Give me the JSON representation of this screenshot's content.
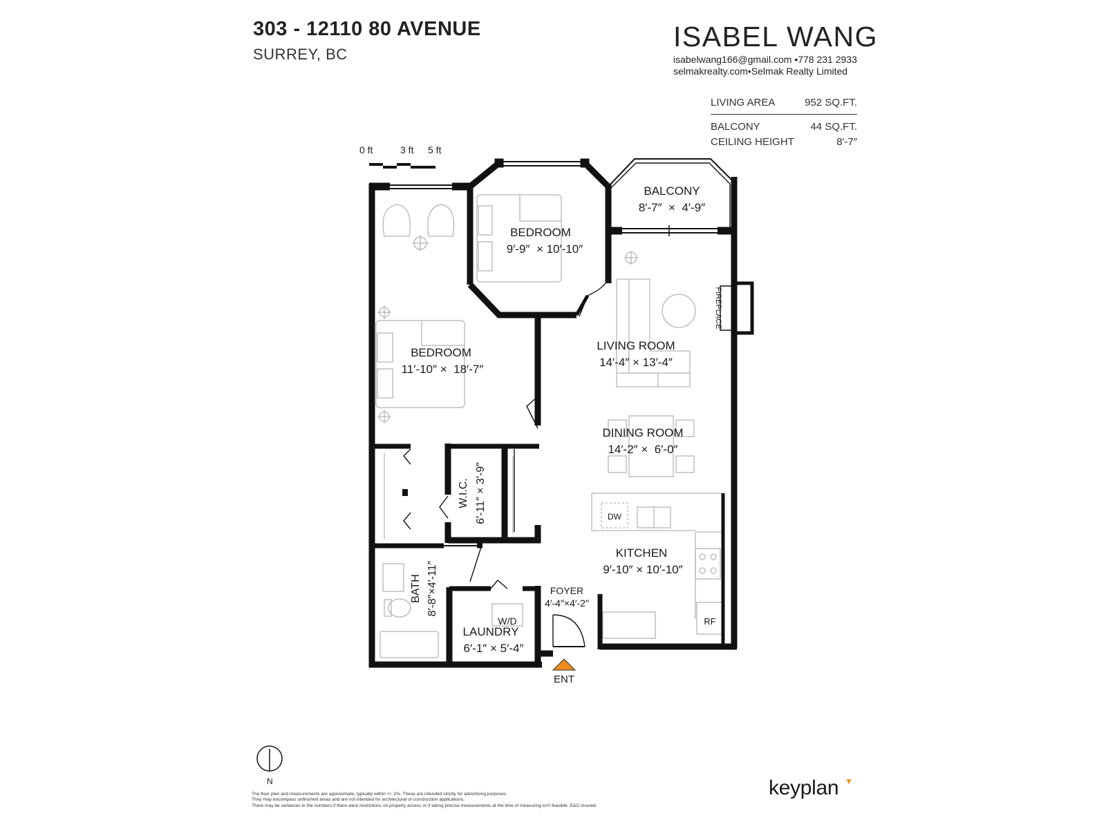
{
  "header": {
    "address_line1": "303 - 12110 80 AVENUE",
    "address_line2": "SURREY, BC"
  },
  "agent": {
    "name": "ISABEL WANG",
    "email": "isabelwang166@gmail.com",
    "phone": "778 231 2933",
    "website": "selmakrealty.com",
    "brokerage": "Selmak Realty Limited",
    "separator": "•"
  },
  "stats": {
    "living_area_label": "LIVING AREA",
    "living_area_value": "952 SQ.FT.",
    "balcony_label": "BALCONY",
    "balcony_value": "44 SQ.FT.",
    "ceiling_label": "CEILING HEIGHT",
    "ceiling_value": "8′-7″"
  },
  "scale": {
    "label_0": "0 ft",
    "label_3": "3 ft",
    "label_5": "5 ft"
  },
  "rooms": {
    "balcony": {
      "name": "BALCONY",
      "dims": "8′-7″  ×  4′-9″"
    },
    "bedroom_top": {
      "name": "BEDROOM",
      "dims": "9′-9″  × 10′-10″"
    },
    "bedroom_main": {
      "name": "BEDROOM",
      "dims": "11′-10″ ×  18′-7″"
    },
    "living": {
      "name": "LIVING ROOM",
      "dims": "14′-4″ × 13′-4″"
    },
    "dining": {
      "name": "DINING ROOM",
      "dims": "14′-2″ ×  6′-0″"
    },
    "kitchen": {
      "name": "KITCHEN",
      "dims": "9′-10″ × 10′-10″"
    },
    "wic": {
      "name": "W.I.C.",
      "dims": "6′-11″ × 3′-9″"
    },
    "bath": {
      "name": "BATH",
      "dims": "8′-8″×4′-11″"
    },
    "laundry": {
      "name": "LAUNDRY",
      "dims": "6′-1″ × 5′-4″"
    },
    "foyer": {
      "name": "FOYER",
      "dims": "4′-4″×4′-2″"
    }
  },
  "fixtures": {
    "fireplace": "FIREPLACE",
    "dishwasher": "DW",
    "fridge": "RF",
    "washer_dryer": "W/D",
    "entry": "ENT",
    "north": "N"
  },
  "colors": {
    "wall": "#111111",
    "furniture": "#b5b5b5",
    "entry_marker": "#f08a1c"
  },
  "footer": {
    "disclaimer_line1": "The floor plan and measurements are approximate, typically within +/- 2%. These are intended strictly for advertising purposes.",
    "disclaimer_line2": "They may encompass unfinished areas and are not intended for architectural or construction applications.",
    "disclaimer_line3": "There may be variances in the numbers if there were restrictions on property access or if taking precise measurements at the time of measuring isn't feasible. E&O insured.",
    "logo": "keyplan"
  }
}
